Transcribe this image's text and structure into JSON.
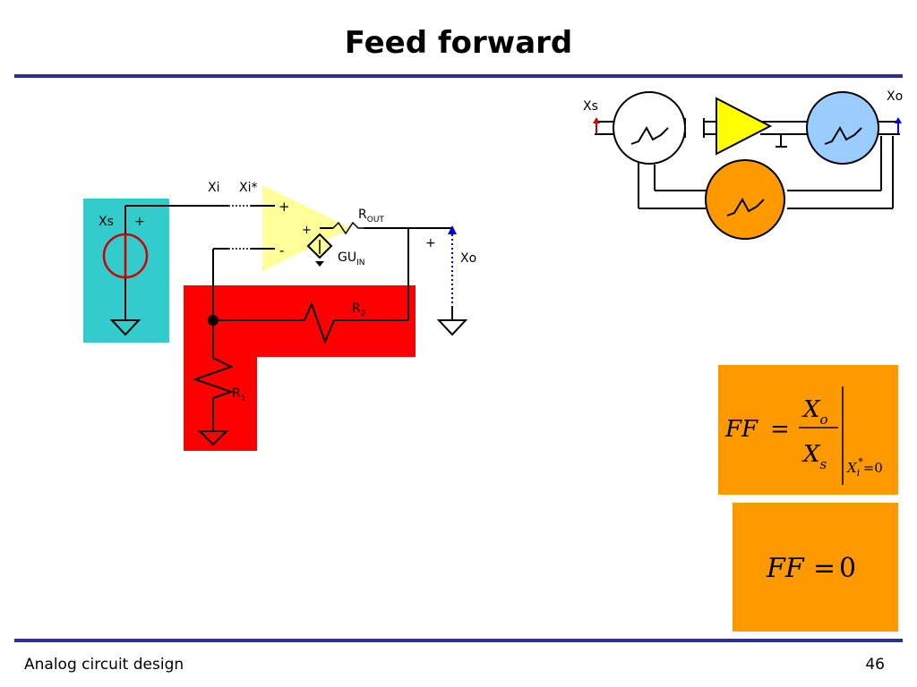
{
  "title": "Feed forward",
  "footer": {
    "left": "Analog circuit design",
    "page_number": "46"
  },
  "colors": {
    "rule": "#2e3192",
    "source_box": "#33cccc",
    "feedback_box": "#ff0000",
    "amplifier_fill": "#ffff99",
    "block_amplifier": "#ffff00",
    "block_blue": "#99ccff",
    "block_orange": "#ff9900",
    "formula_box": "#ff9900"
  },
  "circuit": {
    "xs_label": "Xs",
    "xs_plus": "+",
    "xi_label": "Xi",
    "xi_star_label": "Xi*",
    "opamp_plus": "+",
    "opamp_minus": "-",
    "cs_plus": "+",
    "rout_main": "R",
    "rout_sub": "OUT",
    "gu_main": "GU",
    "gu_sub": "IN",
    "out_plus": "+",
    "xo_label": "Xo",
    "r2_main": "R",
    "r2_sub": "2",
    "r1_main": "R",
    "r1_sub": "1"
  },
  "block_diagram": {
    "xs_label": "Xs",
    "xo_label": "Xo"
  },
  "formula1": {
    "lhs": "FF",
    "eq": "=",
    "num_main": "X",
    "num_sub": "o",
    "den_main": "X",
    "den_sub": "s",
    "cond_main": "X",
    "cond_sub": "i",
    "cond_sup": "*",
    "cond_rest": "=0"
  },
  "formula2": {
    "lhs": "FF",
    "eq": "=",
    "rhs": "0"
  }
}
